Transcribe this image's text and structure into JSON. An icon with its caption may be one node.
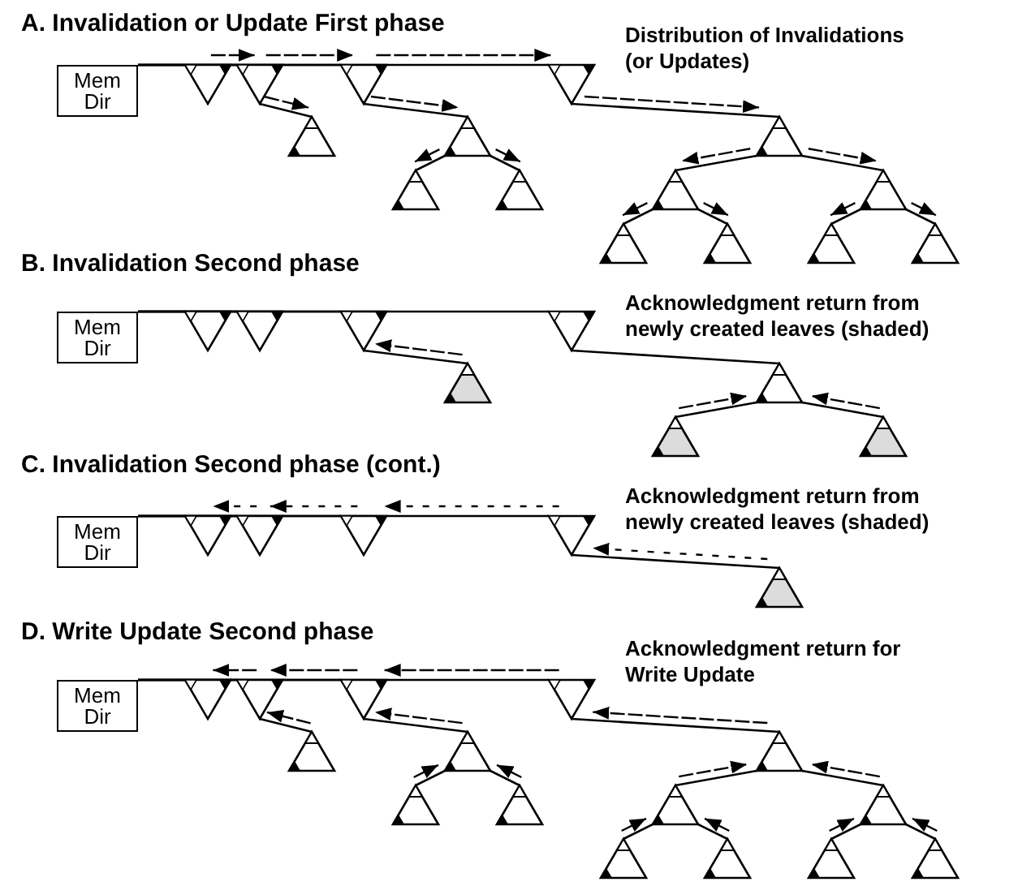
{
  "diagram": {
    "nodes": [
      {
        "text": [
          "Mem Dir"
        ]
      },
      {
        "text": [],
        "shape": "triangle"
      },
      {
        "text": [],
        "shape": "triangle"
      },
      {
        "text": [],
        "shape": "triangle"
      },
      {
        "text": [],
        "shape": "triangle"
      },
      {
        "text": [],
        "shape": "triangle"
      },
      {
        "text": [],
        "shape": "triangle"
      },
      {
        "text": [],
        "shape": "triangle"
      },
      {
        "text": [],
        "shape": "triangle"
      },
      {
        "text": [],
        "shape": "triangle"
      },
      {
        "text": [],
        "shape": "triangle"
      },
      {
        "text": [],
        "shape": "triangle"
      },
      {
        "text": [],
        "shape": "triangle"
      },
      {
        "text": [],
        "shape": "triangle"
      },
      {
        "text": [],
        "shape": "triangle"
      },
      {
        "text": [],
        "shape": "triangle"
      },
      {
        "text": [
          "Mem Dir"
        ]
      },
      {
        "text": [],
        "shape": "triangle"
      },
      {
        "text": [],
        "shape": "triangle"
      },
      {
        "text": [],
        "shape": "triangle"
      },
      {
        "text": [],
        "shape": "triangle"
      },
      {
        "text": [],
        "shape": "triangle"
      },
      {
        "text": [],
        "shape": "triangle"
      },
      {
        "text": [],
        "shape": "triangle"
      },
      {
        "text": [],
        "shape": "triangle"
      },
      {
        "text": [
          "Mem Dir"
        ]
      },
      {
        "text": [],
        "shape": "triangle"
      },
      {
        "text": [],
        "shape": "triangle"
      },
      {
        "text": [],
        "shape": "triangle"
      },
      {
        "text": [],
        "shape": "triangle"
      },
      {
        "text": [],
        "shape": "triangle"
      },
      {
        "text": [
          "Mem Dir"
        ]
      },
      {
        "text": [],
        "shape": "triangle"
      },
      {
        "text": [],
        "shape": "triangle"
      },
      {
        "text": [],
        "shape": "triangle"
      },
      {
        "text": [],
        "shape": "triangle"
      },
      {
        "text": [],
        "shape": "triangle"
      },
      {
        "text": [],
        "shape": "triangle"
      },
      {
        "text": [],
        "shape": "triangle"
      },
      {
        "text": [],
        "shape": "triangle"
      },
      {
        "text": [],
        "shape": "triangle"
      },
      {
        "text": [],
        "shape": "triangle"
      },
      {
        "text": [],
        "shape": "triangle"
      },
      {
        "text": [],
        "shape": "triangle"
      },
      {
        "text": [],
        "shape": "triangle"
      },
      {
        "text": [],
        "shape": "triangle"
      },
      {
        "text": [],
        "shape": "triangle"
      }
    ],
    "edges": [
      {
        "from": 0,
        "to": 1,
        "arrow": "none"
      },
      {
        "from": 0,
        "to": 2,
        "arrow": "none"
      },
      {
        "from": 0,
        "to": 3,
        "arrow": "none"
      },
      {
        "from": 0,
        "to": 4,
        "arrow": "none"
      },
      {
        "from": 2,
        "to": 5,
        "arrow": "none"
      },
      {
        "from": 3,
        "to": 6,
        "arrow": "none"
      },
      {
        "from": 6,
        "to": 7,
        "arrow": "none"
      },
      {
        "from": 6,
        "to": 8,
        "arrow": "none"
      },
      {
        "from": 4,
        "to": 9,
        "arrow": "none"
      },
      {
        "from": 9,
        "to": 10,
        "arrow": "none"
      },
      {
        "from": 9,
        "to": 11,
        "arrow": "none"
      },
      {
        "from": 10,
        "to": 12,
        "arrow": "none"
      },
      {
        "from": 10,
        "to": 13,
        "arrow": "none"
      },
      {
        "from": 11,
        "to": 14,
        "arrow": "none"
      },
      {
        "from": 11,
        "to": 15,
        "arrow": "none"
      },
      {
        "from": 16,
        "to": 17,
        "arrow": "none"
      },
      {
        "from": 16,
        "to": 18,
        "arrow": "none"
      },
      {
        "from": 16,
        "to": 19,
        "arrow": "none"
      },
      {
        "from": 16,
        "to": 20,
        "arrow": "none"
      },
      {
        "from": 19,
        "to": 21,
        "arrow": "none"
      },
      {
        "from": 20,
        "to": 22,
        "arrow": "none"
      },
      {
        "from": 22,
        "to": 23,
        "arrow": "none"
      },
      {
        "from": 22,
        "to": 24,
        "arrow": "none"
      },
      {
        "from": 25,
        "to": 26,
        "arrow": "none"
      },
      {
        "from": 25,
        "to": 27,
        "arrow": "none"
      },
      {
        "from": 25,
        "to": 28,
        "arrow": "none"
      },
      {
        "from": 25,
        "to": 29,
        "arrow": "none"
      },
      {
        "from": 29,
        "to": 30,
        "arrow": "none"
      },
      {
        "from": 31,
        "to": 32,
        "arrow": "none"
      },
      {
        "from": 31,
        "to": 33,
        "arrow": "none"
      },
      {
        "from": 31,
        "to": 34,
        "arrow": "none"
      },
      {
        "from": 31,
        "to": 35,
        "arrow": "none"
      },
      {
        "from": 33,
        "to": 36,
        "arrow": "none"
      },
      {
        "from": 34,
        "to": 37,
        "arrow": "none"
      },
      {
        "from": 37,
        "to": 38,
        "arrow": "none"
      },
      {
        "from": 37,
        "to": 39,
        "arrow": "none"
      },
      {
        "from": 35,
        "to": 40,
        "arrow": "none"
      },
      {
        "from": 40,
        "to": 41,
        "arrow": "none"
      },
      {
        "from": 40,
        "to": 42,
        "arrow": "none"
      },
      {
        "from": 41,
        "to": 43,
        "arrow": "none"
      },
      {
        "from": 41,
        "to": 44,
        "arrow": "none"
      },
      {
        "from": 42,
        "to": 45,
        "arrow": "none"
      },
      {
        "from": 42,
        "to": 46,
        "arrow": "none"
      },
      {
        "from": 1,
        "to": 2,
        "arrow": "to",
        "style": "dashed"
      },
      {
        "from": 2,
        "to": 3,
        "arrow": "to",
        "style": "dashed"
      },
      {
        "from": 3,
        "to": 4,
        "arrow": "to",
        "style": "dashed"
      },
      {
        "from": 2,
        "to": 5,
        "arrow": "to",
        "style": "dashed"
      },
      {
        "from": 3,
        "to": 6,
        "arrow": "to",
        "style": "dashed"
      },
      {
        "from": 4,
        "to": 9,
        "arrow": "to",
        "style": "dashed"
      },
      {
        "from": 6,
        "to": 7,
        "arrow": "to",
        "style": "dashed"
      },
      {
        "from": 6,
        "to": 8,
        "arrow": "to",
        "style": "dashed"
      },
      {
        "from": 9,
        "to": 10,
        "arrow": "to",
        "style": "dashed"
      },
      {
        "from": 9,
        "to": 11,
        "arrow": "to",
        "style": "dashed"
      },
      {
        "from": 10,
        "to": 12,
        "arrow": "to",
        "style": "dashed"
      },
      {
        "from": 10,
        "to": 13,
        "arrow": "to",
        "style": "dashed"
      },
      {
        "from": 11,
        "to": 14,
        "arrow": "to",
        "style": "dashed"
      },
      {
        "from": 11,
        "to": 15,
        "arrow": "to",
        "style": "dashed"
      },
      {
        "from": 21,
        "to": 19,
        "arrow": "to",
        "style": "dashed"
      },
      {
        "from": 23,
        "to": 22,
        "arrow": "to",
        "style": "dashed"
      },
      {
        "from": 24,
        "to": 22,
        "arrow": "to",
        "style": "dashed"
      },
      {
        "from": 27,
        "to": 26,
        "arrow": "to",
        "style": "dashed"
      },
      {
        "from": 28,
        "to": 27,
        "arrow": "to",
        "style": "dashed"
      },
      {
        "from": 29,
        "to": 28,
        "arrow": "to",
        "style": "dashed"
      },
      {
        "from": 30,
        "to": 29,
        "arrow": "to",
        "style": "dashed"
      },
      {
        "from": 33,
        "to": 32,
        "arrow": "to",
        "style": "dashed"
      },
      {
        "from": 34,
        "to": 33,
        "arrow": "to",
        "style": "dashed"
      },
      {
        "from": 35,
        "to": 34,
        "arrow": "to",
        "style": "dashed"
      },
      {
        "from": 36,
        "to": 33,
        "arrow": "to",
        "style": "dashed"
      },
      {
        "from": 37,
        "to": 34,
        "arrow": "to",
        "style": "dashed"
      },
      {
        "from": 40,
        "to": 35,
        "arrow": "to",
        "style": "dashed"
      },
      {
        "from": 38,
        "to": 37,
        "arrow": "to",
        "style": "dashed"
      },
      {
        "from": 39,
        "to": 37,
        "arrow": "to",
        "style": "dashed"
      },
      {
        "from": 41,
        "to": 40,
        "arrow": "to",
        "style": "dashed"
      },
      {
        "from": 42,
        "to": 40,
        "arrow": "to",
        "style": "dashed"
      },
      {
        "from": 43,
        "to": 41,
        "arrow": "to",
        "style": "dashed"
      },
      {
        "from": 44,
        "to": 41,
        "arrow": "to",
        "style": "dashed"
      },
      {
        "from": 45,
        "to": 42,
        "arrow": "to",
        "style": "dashed"
      },
      {
        "from": 46,
        "to": 42,
        "arrow": "to",
        "style": "dashed"
      }
    ],
    "labels": [
      "A. Invalidation or Update First phase",
      "Distribution of Invalidations (or Updates)",
      "B. Invalidation Second phase",
      "Acknowledgment return from newly created leaves (shaded)",
      "C. Invalidation Second phase (cont.)",
      "Acknowledgment return from newly created leaves (shaded)",
      "D. Write Update Second phase",
      "Acknowledgment return for Write Update"
    ]
  }
}
